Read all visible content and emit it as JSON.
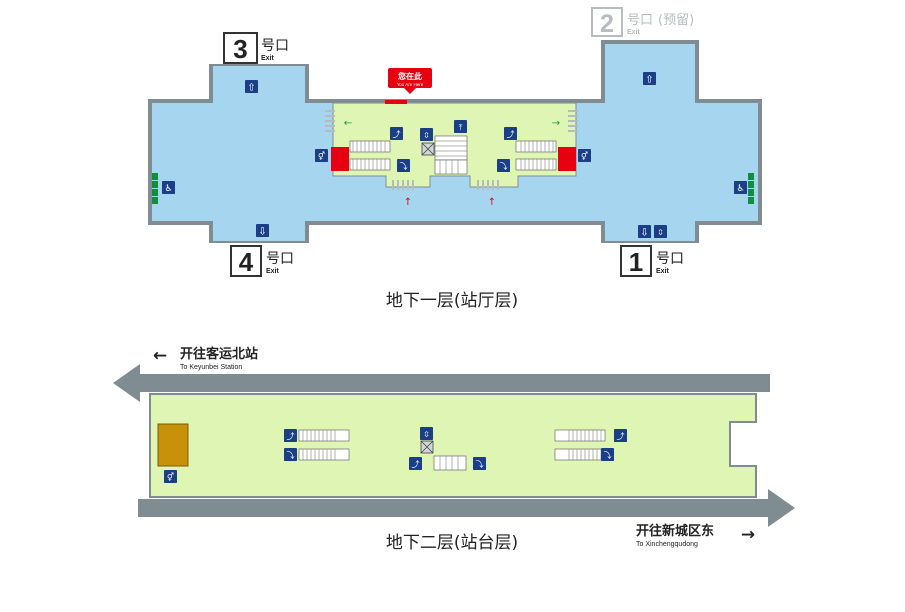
{
  "concourse": {
    "title": "地下一层(站厅层)",
    "you_are_here_cn": "您在此",
    "you_are_here_en": "You Are Here"
  },
  "exits": [
    {
      "num": "3",
      "label_cn": "号口",
      "label_en": "Exit",
      "reserved": ""
    },
    {
      "num": "2",
      "label_cn": "号口",
      "label_en": "Exit",
      "reserved": "(预留)"
    },
    {
      "num": "4",
      "label_cn": "号口",
      "label_en": "Exit",
      "reserved": ""
    },
    {
      "num": "1",
      "label_cn": "号口",
      "label_en": "Exit",
      "reserved": ""
    }
  ],
  "platform": {
    "title": "地下二层(站台层)",
    "west": {
      "cn": "开往客运北站",
      "en": "To Keyunbei Station"
    },
    "east": {
      "cn": "开往新城区东",
      "en": "To Xinchengqudong"
    }
  },
  "colors": {
    "concourse_blue": "#a6d6ef",
    "paid_green": "#dff5b4",
    "wall_grey": "#7f8d93",
    "marker_red": "#e60012",
    "sign_navy": "#1b3f86",
    "door_green": "#0f8f3a",
    "room_gold": "#c8910a"
  }
}
